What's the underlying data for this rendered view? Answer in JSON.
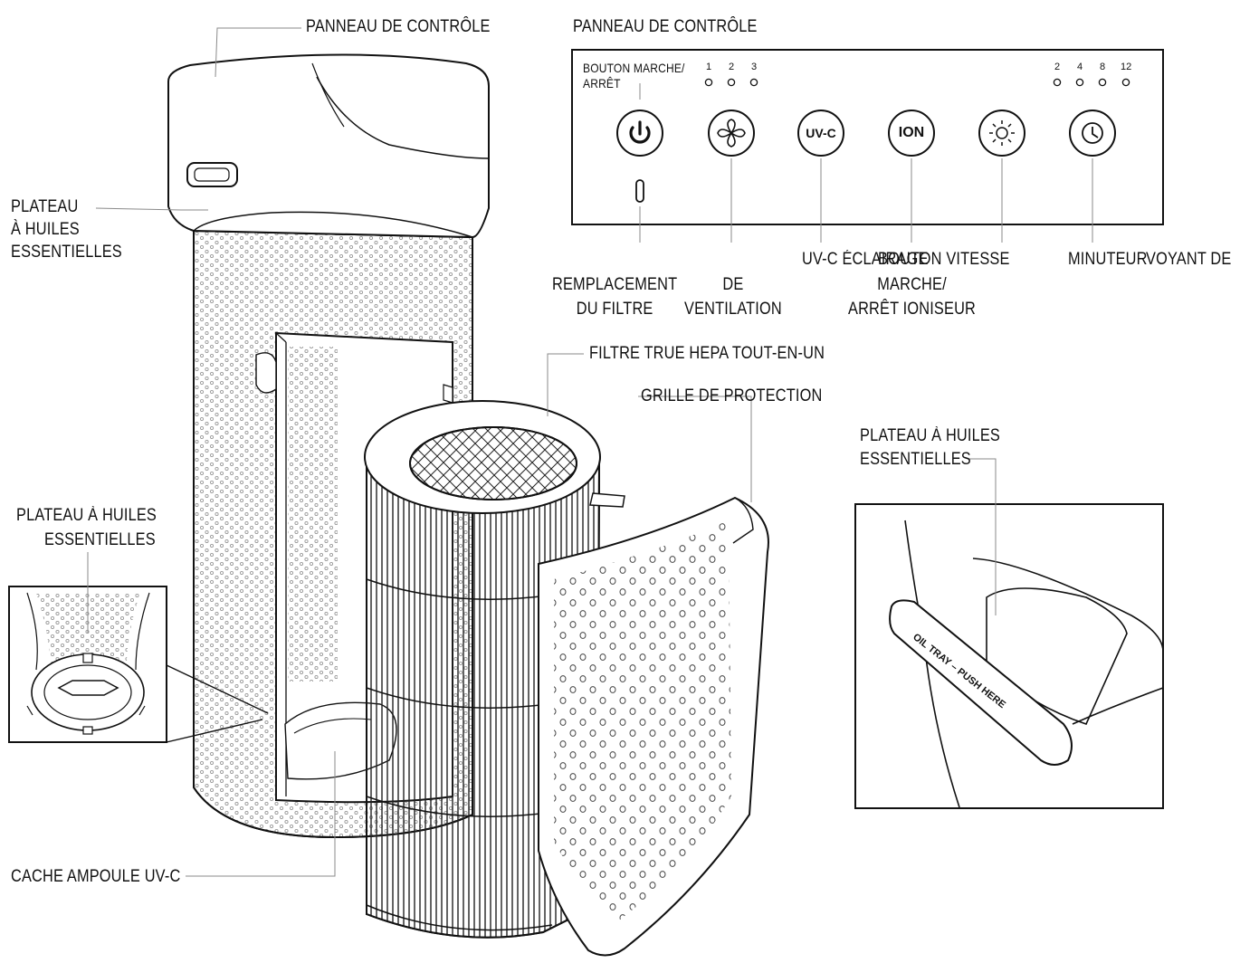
{
  "labels": {
    "control_panel_main": "PANNEAU DE CONTRÔLE",
    "control_panel_box": "PANNEAU DE CONTRÔLE",
    "tray_top": [
      "PLATEAU",
      "À HUILES",
      "ESSENTIELLES"
    ],
    "tray_left": [
      "PLATEAU À HUILES",
      "ESSENTIELLES"
    ],
    "tray_right": [
      "PLATEAU À HUILES",
      "ESSENTIELLES"
    ],
    "filter": "FILTRE TRUE HEPA TOUT-EN-UN",
    "grille": "GRILLE DE PROTECTION",
    "uv_cover": "CACHE AMPOULE UV-C"
  },
  "panel": {
    "power_label": [
      "BOUTON MARCHE/",
      "ARRÊT"
    ],
    "speed_digits": [
      "1",
      "2",
      "3"
    ],
    "timer_digits": [
      "2",
      "4",
      "8",
      "12"
    ],
    "uv_button": "UV-C",
    "ion_button": "ION",
    "below": {
      "filter_replace": [
        "REMPLACEMENT",
        "DU FILTRE"
      ],
      "ventilation": [
        "DE",
        "VENTILATION"
      ],
      "uvc_light": "UV-C ÉCLAIRAGE",
      "speed": "BOUTON VITESSE",
      "ioniser": [
        "MARCHE/",
        "ARRÊT IONISEUR"
      ],
      "timer": "MINUTEUR",
      "indicator": "VOYANT DE"
    }
  },
  "tray_text": "OIL TRAY – PUSH HERE",
  "colors": {
    "line": "#111111",
    "leader": "#8a8a8a",
    "dot": "#9a9a9a"
  }
}
